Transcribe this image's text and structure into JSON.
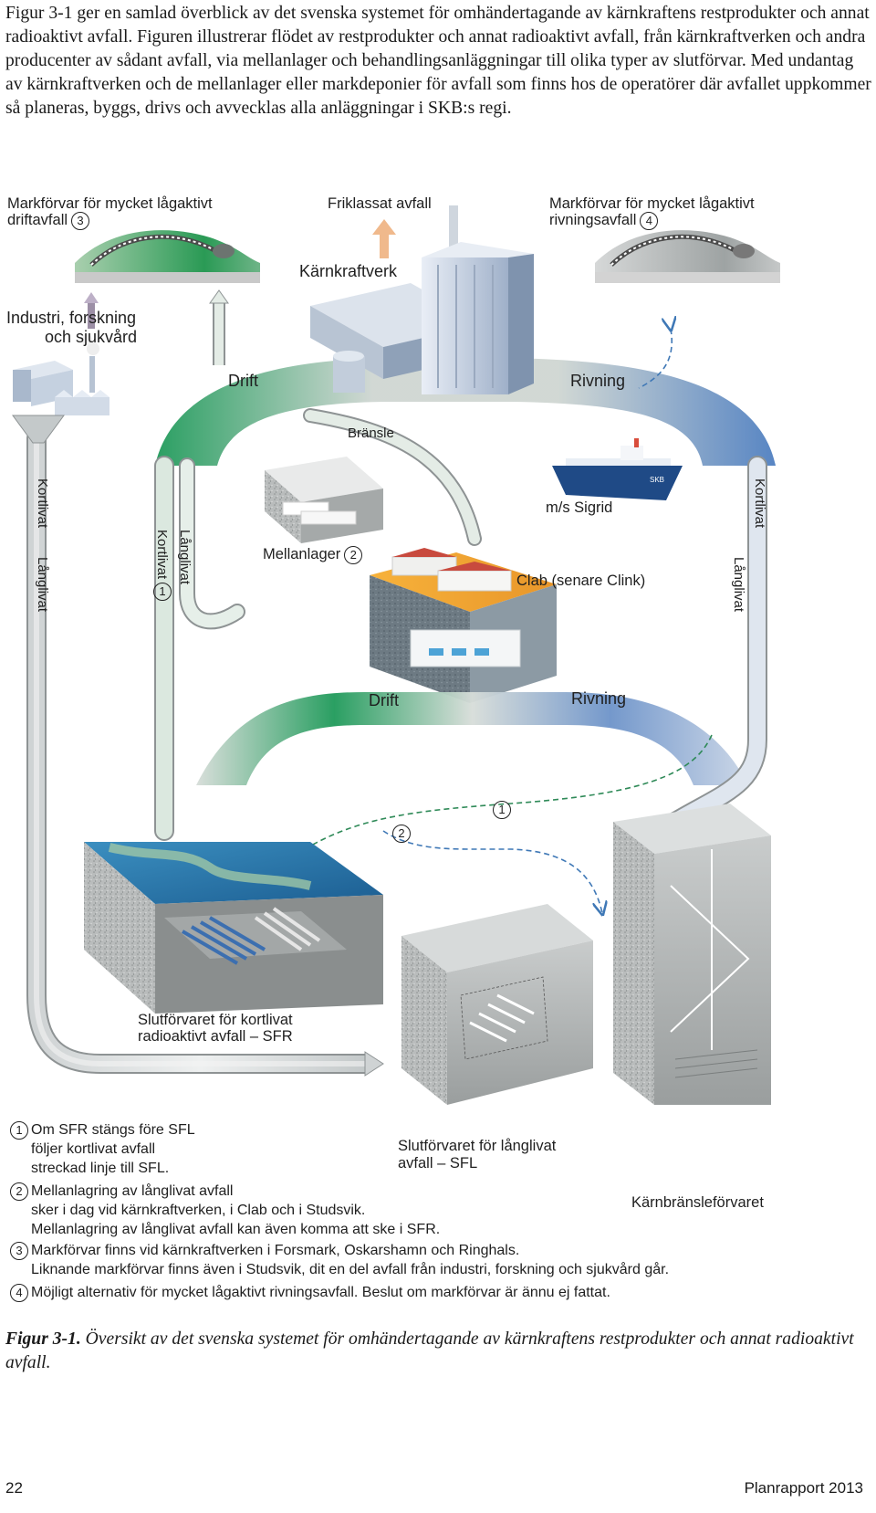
{
  "intro_text": "Figur 3-1 ger en samlad överblick av det svenska systemet för omhändertagande av kärnkraftens restprodukter och annat radioaktivt avfall. Figuren illustrerar flödet av restprodukter och annat radioaktivt avfall, från kärnkraftverken och andra producenter av sådant avfall, via mellanlager och behandlingsanläggningar till olika typer av slutförvar. Med undantag av kärnkraftverken och de mellanlager eller markdeponier för avfall som finns hos de operatörer där avfallet uppkommer så planeras, byggs, drivs och avvecklas alla anläggningar i SKB:s regi.",
  "diagram": {
    "markforvar_drift_line1": "Markförvar för mycket lågaktivt",
    "markforvar_drift_line2": "driftavfall",
    "markforvar_drift_num": "3",
    "friklassat": "Friklassat avfall",
    "markforvar_rivning_line1": "Markförvar för mycket lågaktivt",
    "markforvar_rivning_line2": "rivningsavfall",
    "markforvar_rivning_num": "4",
    "karnkraftverk": "Kärnkraftverk",
    "industri_line1": "Industri, forskning",
    "industri_line2": "och sjukvård",
    "drift_top": "Drift",
    "rivning_top": "Rivning",
    "bransle": "Bränsle",
    "kortlivat": "Kortlivat",
    "langlivat": "Långlivat",
    "circle_1": "1",
    "circle_2": "2",
    "mellanlager": "Mellanlager",
    "mellanlager_num": "2",
    "ship": "m/s Sigrid",
    "ship_hull": "SKB",
    "clab": "Clab (senare Clink)",
    "drift_mid": "Drift",
    "rivning_mid": "Rivning",
    "sfr_line1": "Slutförvaret för kortlivat",
    "sfr_line2": "radioaktivt avfall – SFR",
    "sfl_line1": "Slutförvaret för långlivat",
    "sfl_line2": "avfall – SFL",
    "karnbransleforvaret": "Kärnbränsleförvaret"
  },
  "notes": [
    {
      "num": "1",
      "lines": [
        "Om SFR stängs före SFL",
        "följer kortlivat avfall",
        "streckad linje till SFL."
      ]
    },
    {
      "num": "2",
      "lines": [
        "Mellanlagring av långlivat avfall",
        "sker i dag vid kärnkraftverken, i Clab och i Studsvik.",
        "Mellanlagring av långlivat avfall kan även komma att ske i SFR."
      ]
    },
    {
      "num": "3",
      "lines": [
        "Markförvar finns vid kärnkraftverken i Forsmark, Oskarshamn och Ringhals.",
        "Liknande markförvar finns även i Studsvik, dit en del avfall från industri, forskning och sjukvård går."
      ]
    },
    {
      "num": "4",
      "lines": [
        "Möjligt alternativ för mycket lågaktivt rivningsavfall. Beslut om markförvar är ännu ej fattat."
      ]
    }
  ],
  "caption": {
    "label": "Figur 3-1.",
    "text": "Översikt av det svenska systemet för omhändertagande av kärnkraftens restprodukter och annat radioaktivt avfall."
  },
  "footer": {
    "page_number": "22",
    "report_name": "Planrapport 2013"
  }
}
